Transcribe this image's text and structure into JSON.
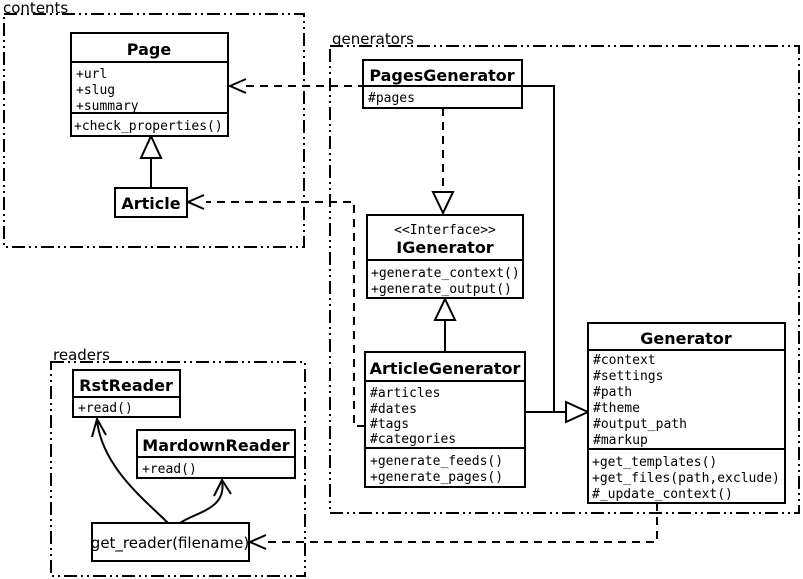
{
  "diagram_title": "UML class diagram",
  "colors": {
    "line": "#000000",
    "background": "#ffffff",
    "box_fill": "#ffffff"
  },
  "packages": {
    "contents": {
      "label": "contents"
    },
    "generators": {
      "label": "generators"
    },
    "readers": {
      "label": "readers"
    }
  },
  "classes": {
    "page": {
      "name": "Page",
      "attributes": [
        "+url",
        "+slug",
        "+summary"
      ],
      "methods": [
        "+check_properties()"
      ]
    },
    "article": {
      "name": "Article"
    },
    "pages_generator": {
      "name": "PagesGenerator",
      "attributes": [
        "#pages"
      ]
    },
    "igenerator": {
      "stereotype": "<<Interface>>",
      "name": "IGenerator",
      "methods": [
        "+generate_context()",
        "+generate_output()"
      ]
    },
    "article_generator": {
      "name": "ArticleGenerator",
      "attributes": [
        "#articles",
        "#dates",
        "#tags",
        "#categories"
      ],
      "methods": [
        "+generate_feeds()",
        "+generate_pages()"
      ]
    },
    "generator": {
      "name": "Generator",
      "attributes": [
        "#context",
        "#settings",
        "#path",
        "#theme",
        "#output_path",
        "#markup"
      ],
      "methods": [
        "+get_templates()",
        "+get_files(path,exclude)",
        "#_update_context()"
      ]
    },
    "rst_reader": {
      "name": "RstReader",
      "methods": [
        "+read()"
      ]
    },
    "markdown_reader": {
      "name": "MardownReader",
      "methods": [
        "+read()"
      ]
    },
    "get_reader": {
      "label": "get_reader(filename)"
    }
  }
}
